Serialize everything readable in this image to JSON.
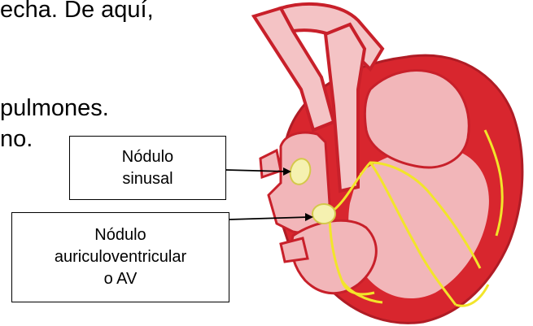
{
  "background_text": {
    "line1": "echa.  De aquí,",
    "line2": "pulmones.",
    "line3": "no."
  },
  "labels": {
    "sinusal": [
      "Nódulo",
      "sinusal"
    ],
    "av": [
      "Nódulo",
      "auriculoventricular",
      "o AV"
    ]
  },
  "colors": {
    "heart_outline": "#c8202a",
    "heart_fill": "#f2b6b9",
    "vessel_fill": "#f4c3c5",
    "muscle": "#d8262e",
    "conduction": "#f2e52a",
    "node_fill": "#f5f1b0",
    "arrow": "#000000"
  }
}
